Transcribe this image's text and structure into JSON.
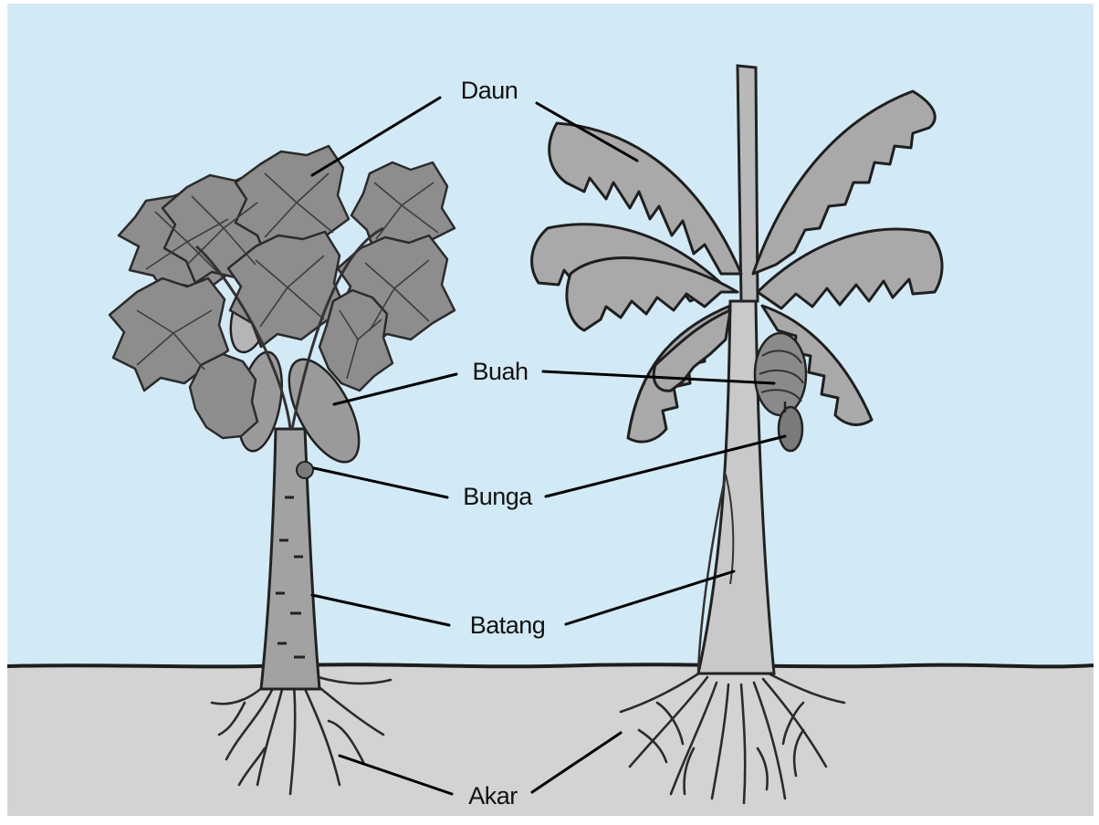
{
  "labels": {
    "daun": "Daun",
    "buah": "Buah",
    "bunga": "Bunga",
    "batang": "Batang",
    "akar": "Akar"
  },
  "colors": {
    "sky": "#d2eaf5",
    "ground": "#d3d3d3",
    "leaf_papaya": "#8d8d8d",
    "leaf_banana": "#a9a9a9"
  }
}
